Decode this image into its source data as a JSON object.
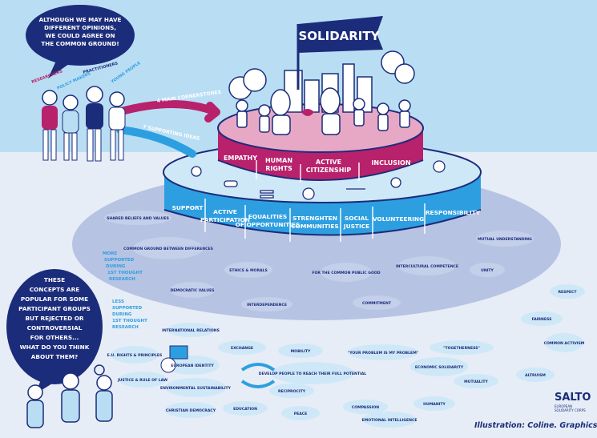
{
  "speech_bubble": [
    "ALTHOUGH WE MAY HAVE",
    "DIFFERENT OPINIONS,",
    "WE COULD AGREE ON",
    "THE COMMON GROUND!"
  ],
  "people_labels": [
    "RESEARCHERS",
    "POLICY MAKERS",
    "PRACTITIONERS",
    "YOUNG PEOPLE"
  ],
  "arrows": {
    "main": "4 MAIN CORNERSTONES",
    "supporting": "7 SUPPORTING IDEAS"
  },
  "flag": "SOLIDARITY",
  "cornerstones": [
    "EMPATHY",
    "HUMAN RIGHTS",
    "ACTIVE CITIZENSHIP",
    "INCLUSION"
  ],
  "supporting_ideas": [
    "SUPPORT",
    "ACTIVE PARTICIPATION",
    "EQUALITIES OF OPPORTUNITIES",
    "STRENGHTEN COMMUNITIES",
    "SOCIAL JUSTICE",
    "VOLUNTEERING",
    "RESPONSIBILITY"
  ],
  "more_supported_label": [
    "MORE",
    "SUPPORTED",
    "DURING",
    "1ST THOUGHT",
    "RESEARCH"
  ],
  "less_supported_label": [
    "LESS",
    "SUPPORTED",
    "DURING",
    "1ST THOUGHT",
    "RESEARCH"
  ],
  "question_bubble": [
    "THESE",
    "CONCEPTS ARE",
    "POPULAR FOR SOME",
    "PARTICIPANT GROUPS",
    "BUT REJECTED OR",
    "CONTROVERSIAL",
    "FOR OTHERS...",
    "WHAT DO YOU THINK",
    "ABOUT THEM?"
  ],
  "more_supported": [
    "SHARED BELIEFS AND VALUES",
    "COMMON GROUND BETWEEN DIFFERENCES",
    "ETHICS & MORALS",
    "FOR THE COMMON PUBLIC GOOD",
    "INTERCULTURAL COMPETENCE",
    "UNITY",
    "MUTUAL UNDERSTANDING",
    "DEMOCRATIC VALUES",
    "INTERDEPENDENCE",
    "COMMITMENT"
  ],
  "less_supported": [
    "RESPECT",
    "FAIRNESS",
    "COMMON ACTIVISM",
    "INTERNATIONAL RELATIONS",
    "E.U. RIGHTS & PRINCIPLES",
    "EUROPEAN IDENTITY",
    "EXCHANGE",
    "MOBILITY",
    "\"YOUR PROBLEM IS MY PROBLEM\"",
    "\"TOGETHERNESS\"",
    "JUSTICE & RULE OF LAW",
    "ENVIRONMENTAL SUSTAINABILITY",
    "DEVELOP PEOPLE TO REACH THEIR FULL POTENTIAL",
    "ECONOMIC SOLIDARITY",
    "MUTUALITY",
    "ALTRUISM",
    "RECIPROCITY",
    "CHRISTIAN DEMOCRACY",
    "EDUCATION",
    "PEACE",
    "COMPASSION",
    "HUMANITY",
    "EMOTIONAL INTELLIGENCE"
  ],
  "logo": {
    "name": "SALTO",
    "sub": [
      "EUROPEAN",
      "SOLIDARITY CORPS"
    ]
  },
  "credit": "Illustration: Coline. Graphics",
  "colors": {
    "navy": "#1b2c7a",
    "blue": "#2d9fe0",
    "magenta": "#b8216b",
    "pink": "#e7a8c6",
    "sky": "#b9def4",
    "ground": "#e6edf6",
    "disc": "#b7c3e3",
    "cloud": "#cfe8f8"
  }
}
